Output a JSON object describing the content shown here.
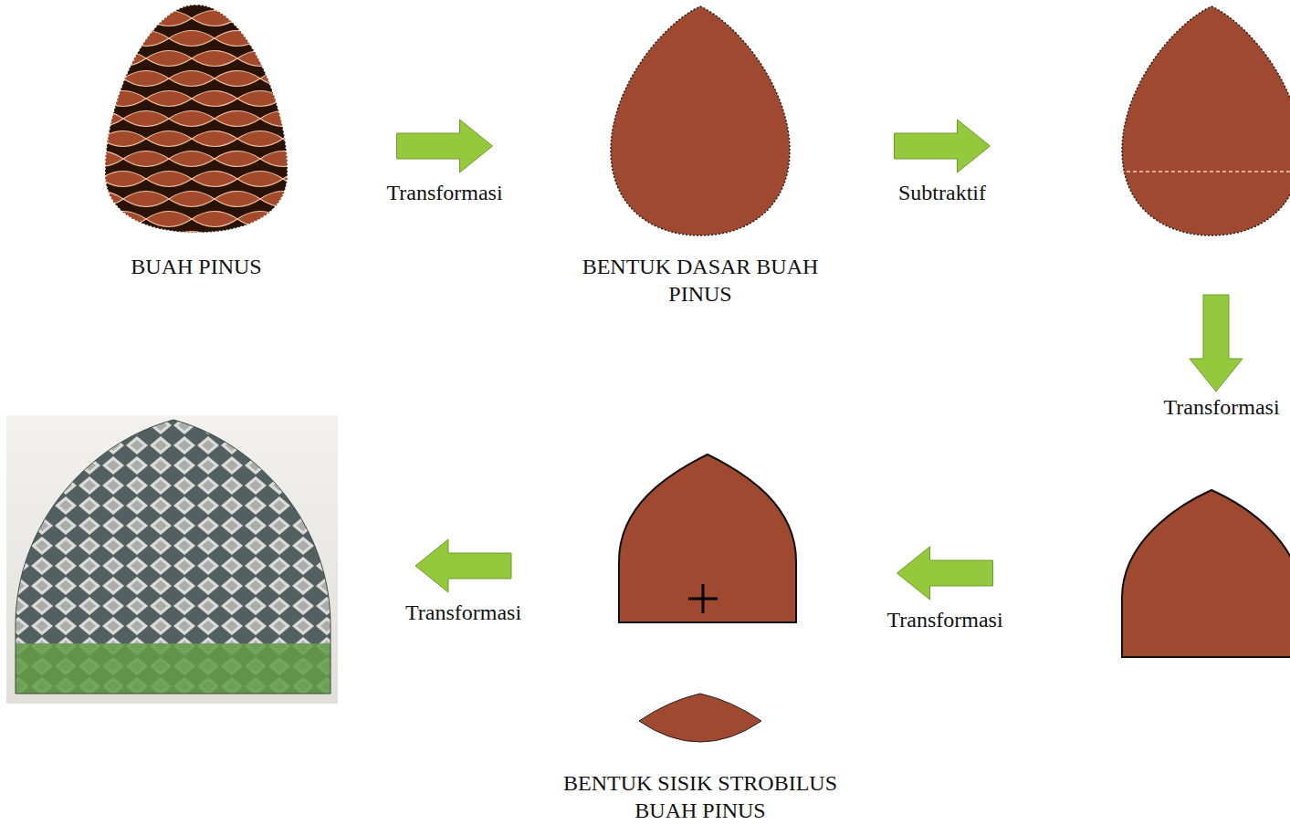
{
  "diagram": {
    "nodes": [
      {
        "text": [
          "BUAH PINUS"
        ]
      },
      {
        "text": [
          "BENTUK DASAR BUAH PINUS"
        ]
      },
      {
        "text": []
      },
      {
        "text": []
      },
      {
        "text": []
      },
      {
        "text": [
          "BENTUK SISIK STROBILUS BUAH PINUS"
        ]
      },
      {
        "text": []
      }
    ],
    "edges": [
      {
        "from": 0,
        "to": 1,
        "label": "Transformasi",
        "arrow": "to"
      },
      {
        "from": 1,
        "to": 2,
        "label": "Subtraktif",
        "arrow": "to"
      },
      {
        "from": 2,
        "to": 3,
        "label": "Transformasi",
        "arrow": "to"
      },
      {
        "from": 3,
        "to": 4,
        "label": "Transformasi",
        "arrow": "to"
      },
      {
        "from": 4,
        "to": 6,
        "label": "Transformasi",
        "arrow": "to"
      }
    ]
  }
}
